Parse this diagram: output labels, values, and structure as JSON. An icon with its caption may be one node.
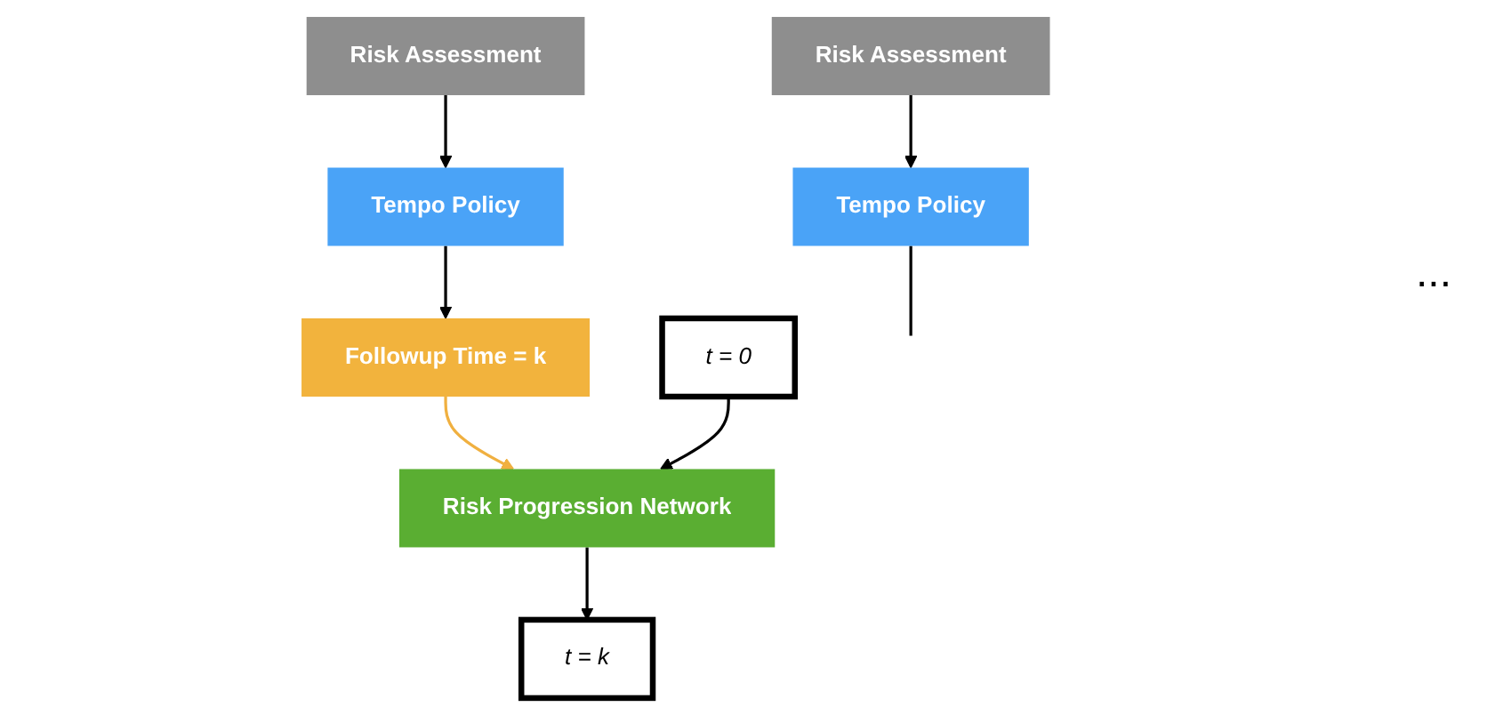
{
  "diagram": {
    "nodes": [
      {
        "text": [
          "Tempo Policy"
        ]
      },
      {
        "text": [
          "Tempo Policy"
        ]
      },
      {
        "text": [
          "Risk Assessment"
        ]
      },
      {
        "text": [
          "Followup Time = k"
        ]
      },
      {
        "text": [
          "Risk Assessment"
        ]
      },
      {
        "text": [
          "t = 0"
        ]
      },
      {
        "text": [
          "Risk Progression Network"
        ]
      },
      {
        "text": [
          "t = k"
        ]
      }
    ],
    "edges": [
      {
        "from": 2,
        "to": 0,
        "arrow": "to"
      },
      {
        "from": 0,
        "to": 3,
        "arrow": "to"
      },
      {
        "from": 3,
        "to": 6,
        "arrow": "to",
        "color": "#f0b040"
      },
      {
        "from": 5,
        "to": 6,
        "arrow": "to"
      },
      {
        "from": 6,
        "to": 7,
        "arrow": "to"
      },
      {
        "from": 4,
        "to": 1,
        "arrow": "to"
      },
      {
        "from": 1,
        "to": null,
        "arrow": "none"
      }
    ],
    "labels": [
      "..."
    ]
  }
}
